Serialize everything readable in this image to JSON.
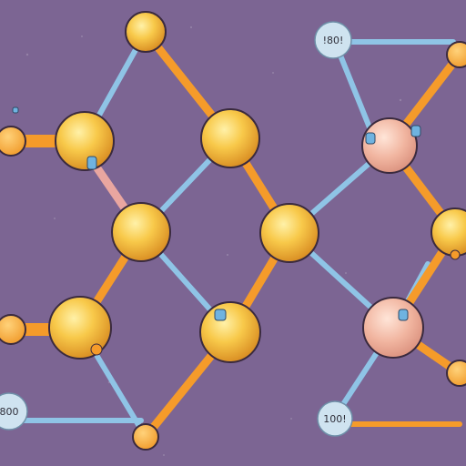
{
  "labels": {
    "top_right": "!80!",
    "bottom_left": "800",
    "bottom_right": "100!"
  },
  "colors": {
    "background": "#7c6593",
    "atom_gold": "#f6b93a",
    "atom_pink": "#f1b5a0",
    "bond_blue": "#8fc4e6",
    "bond_orange": "#f59b2a"
  }
}
